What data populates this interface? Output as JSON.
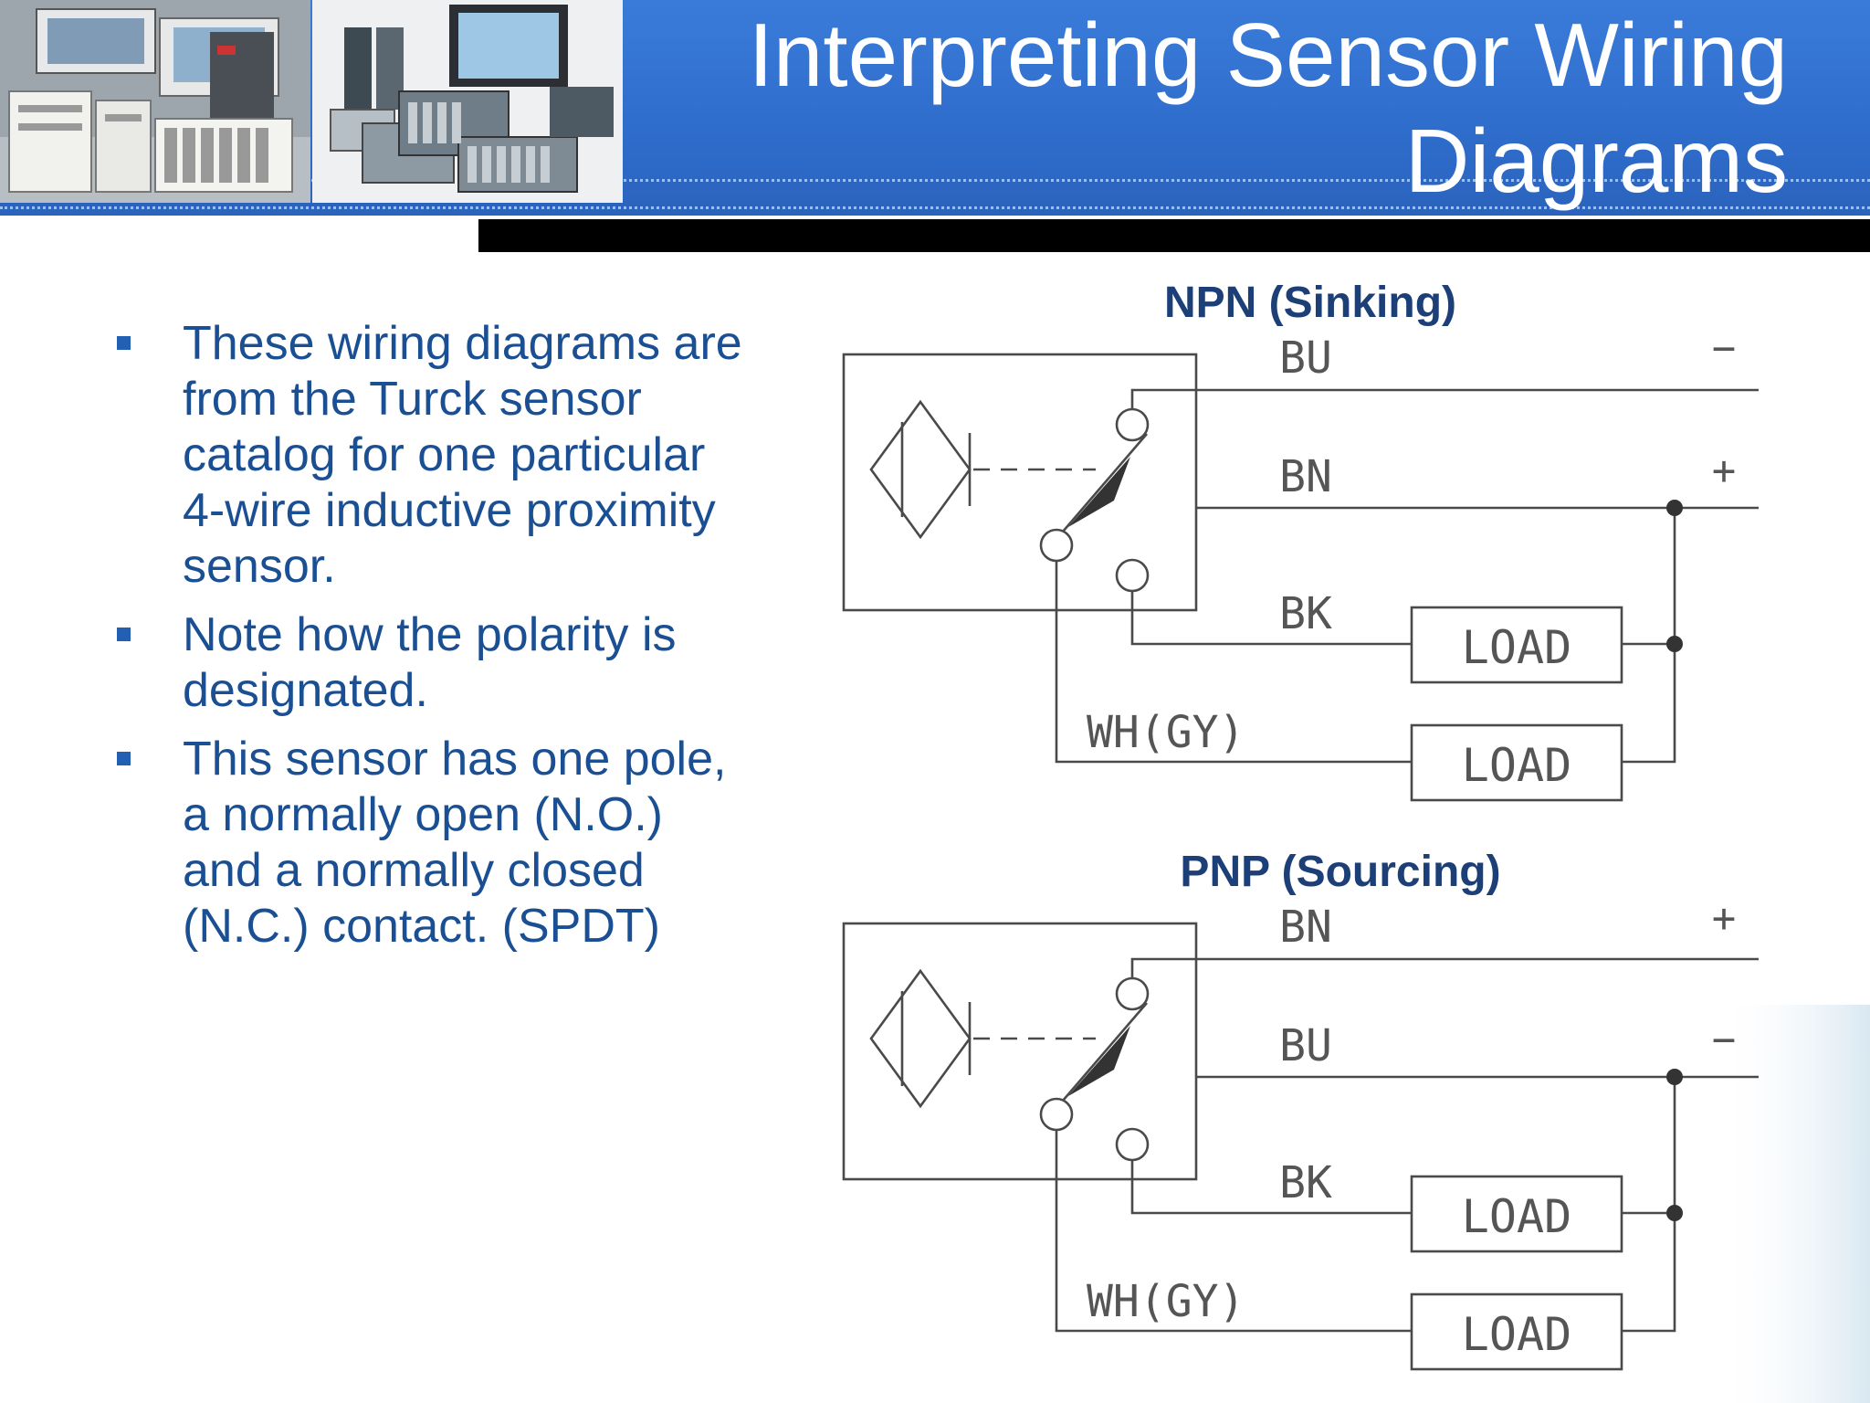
{
  "slide": {
    "title_line1": "Interpreting Sensor Wiring",
    "title_line2": "Diagrams",
    "bullets": [
      "These wiring diagrams are from the Turck sensor catalog for one particular 4-wire inductive proximity sensor.",
      "Note how the polarity is designated.",
      "This sensor has one pole, a normally open (N.O.) and a normally closed (N.C.) contact. (SPDT)"
    ]
  },
  "colors": {
    "header_blue": "#2f6dcc",
    "bullet_text": "#1b4f93",
    "heading_text": "#1c3f77"
  },
  "diagrams": [
    {
      "heading": "NPN (Sinking)",
      "wires": [
        "BU",
        "BN",
        "BK",
        "WH(GY)"
      ],
      "polarity_top": "−",
      "polarity_mid": "+",
      "loads": [
        "LOAD",
        "LOAD"
      ]
    },
    {
      "heading": "PNP (Sourcing)",
      "wires": [
        "BN",
        "BU",
        "BK",
        "WH(GY)"
      ],
      "polarity_top": "+",
      "polarity_mid": "−",
      "loads": [
        "LOAD",
        "LOAD"
      ]
    }
  ]
}
